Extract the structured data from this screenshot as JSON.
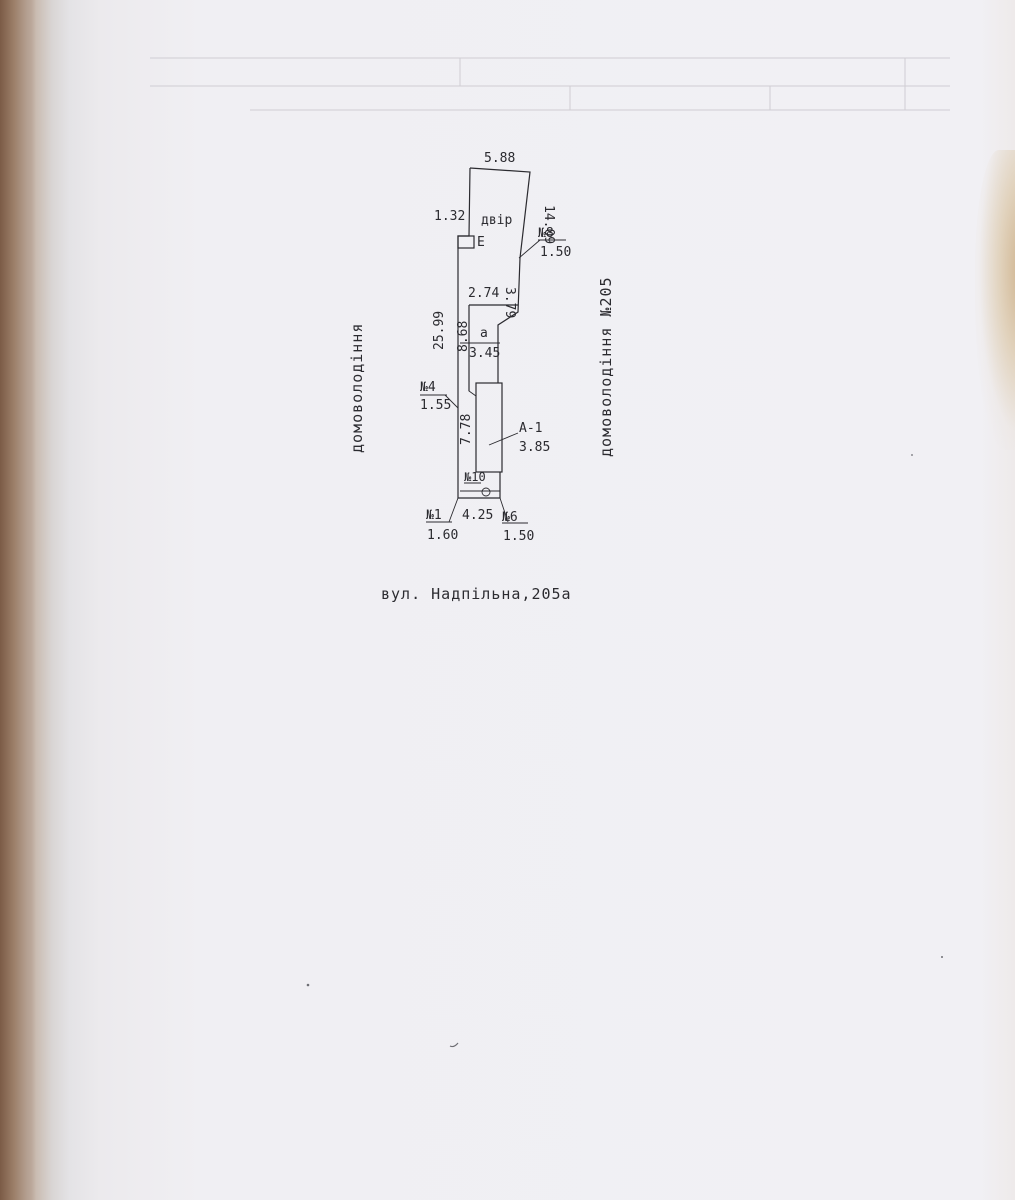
{
  "plan": {
    "yard_label": "двір",
    "building_e_label": "Е",
    "building_a_label": "А-1",
    "building_a_value": "3.85",
    "building_a_small_label": "а",
    "building_a_small_value": "3.45",
    "dims": {
      "top_width": "5.88",
      "right_upper": "14.09",
      "yard_corner": "1.32",
      "small_top": "2.74",
      "right_mid": "3.79",
      "left_total": "25.99",
      "left_mid": "8.68",
      "left_lower": "7.78",
      "bottom_width": "4.25"
    },
    "points": {
      "p8_label": "№8",
      "p8_value": "1.50",
      "p4_label": "№4",
      "p4_value": "1.55",
      "p10_label": "№10",
      "p1_label": "№1",
      "p1_value": "1.60",
      "p6_label": "№6",
      "p6_value": "1.50"
    },
    "left_neighbor": "домоволодіння",
    "right_neighbor": "домоволодіння №205",
    "street_caption": "вул.  Надпільна,205а"
  }
}
